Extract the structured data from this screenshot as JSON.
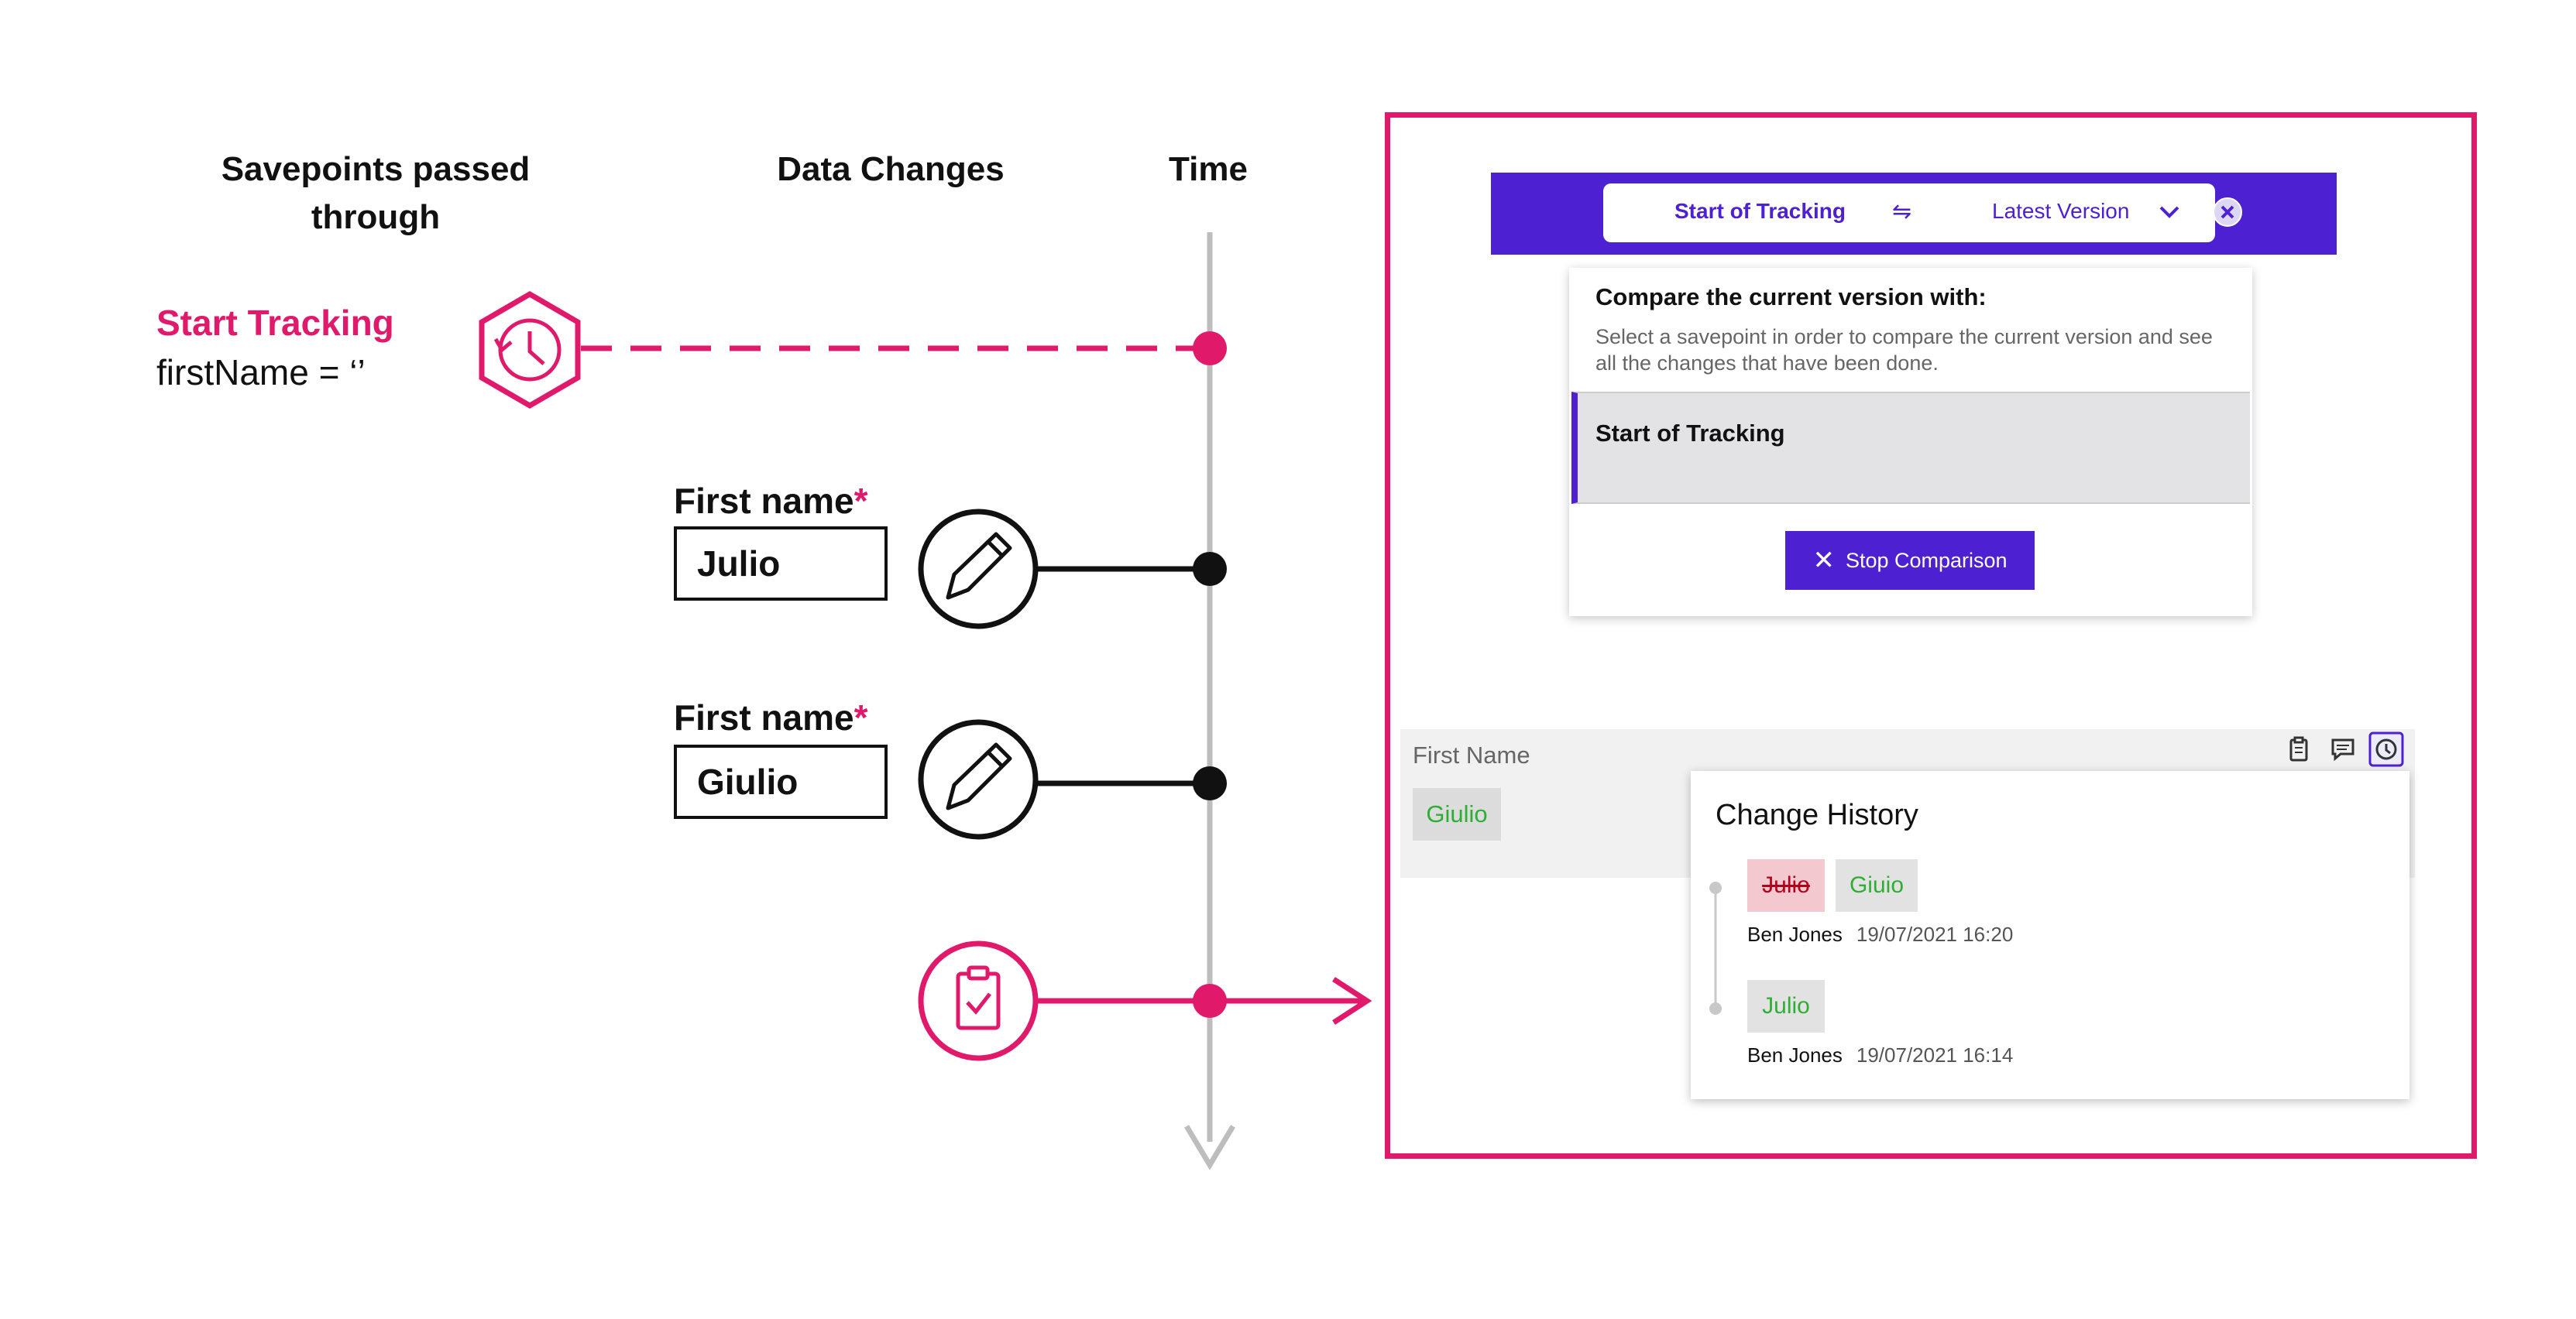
{
  "headers": {
    "savepoints": "Savepoints passed through",
    "data_changes": "Data Changes",
    "time": "Time"
  },
  "savepoint_start": {
    "title": "Start Tracking",
    "value": "firstName = ‘’"
  },
  "field_change_1": {
    "label": "First name",
    "required_mark": "*",
    "value": "Julio"
  },
  "field_change_2": {
    "label": "First name",
    "required_mark": "*",
    "value": "Giulio"
  },
  "icons": {
    "savepoint": "history-hexagon-icon",
    "edit": "pencil-icon",
    "review": "clipboard-check-icon"
  },
  "colors": {
    "accent_pink": "#e0196b",
    "brand_purple": "#4d21d1",
    "timeline_grey": "#bdbdbd"
  },
  "comparison_bar": {
    "from": "Start of Tracking",
    "to": "Latest Version"
  },
  "compare_card": {
    "title": "Compare the current version with:",
    "description": "Select a savepoint in order to compare the current version and see all the changes that have been done.",
    "savepoint_option": "Start of Tracking",
    "stop_button": "Stop Comparison"
  },
  "field_panel": {
    "label": "First Name",
    "current_value": "Giulio"
  },
  "change_history": {
    "title": "Change History",
    "entries": [
      {
        "old_value": "Julio",
        "new_value": "Giuio",
        "author": "Ben Jones",
        "timestamp": "19/07/2021 16:20"
      },
      {
        "new_value": "Julio",
        "author": "Ben Jones",
        "timestamp": "19/07/2021 16:14"
      }
    ]
  }
}
